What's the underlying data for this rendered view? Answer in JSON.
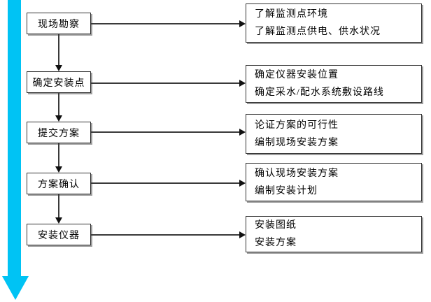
{
  "diagram": {
    "type": "flowchart",
    "description": "instrument-installation-process",
    "steps": [
      {
        "label": "现场勘察",
        "details": [
          "了解监测点环境",
          "了解监测点供电、供水状况"
        ]
      },
      {
        "label": "确定安装点",
        "details": [
          "确定仪器安装位置",
          "确定采水/配水系统敷设路线"
        ]
      },
      {
        "label": "提交方案",
        "details": [
          "论证方案的可行性",
          "编制现场安装方案"
        ]
      },
      {
        "label": "方案确认",
        "details": [
          "确认现场安装方案",
          "编制安装计划"
        ]
      },
      {
        "label": "安装仪器",
        "details": [
          "安装图纸",
          "安装方案"
        ]
      }
    ]
  },
  "colors": {
    "timeline_arrow": "#00C3F4",
    "connector": "#3a3a3a",
    "box_border": "#333333",
    "box_shadow": "#9e9e9e",
    "background": "#ffffff"
  }
}
